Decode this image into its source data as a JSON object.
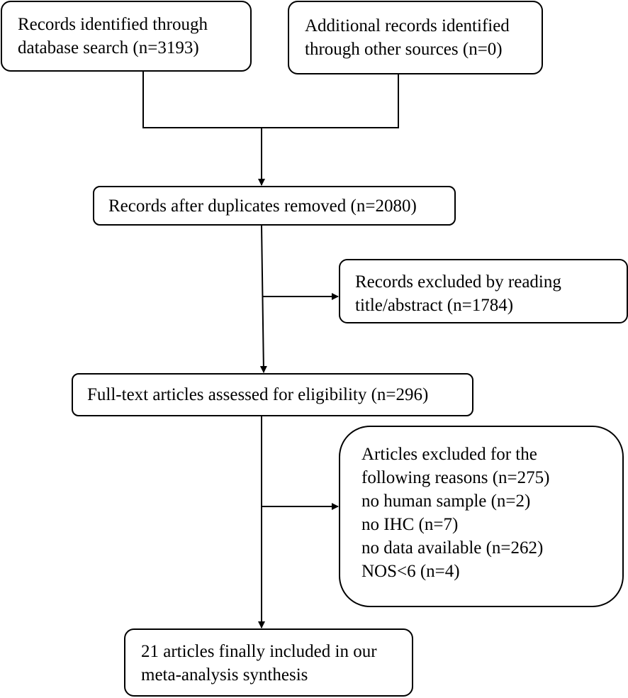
{
  "flow": {
    "identification": {
      "database_search": [
        "Records identified through",
        "database search (n=3193)"
      ],
      "other_sources": [
        "Additional records identified",
        "through other sources (n=0)"
      ]
    },
    "duplicates_removed": "Records after duplicates removed (n=2080)",
    "screening_excluded": [
      "Records excluded by reading",
      "title/abstract (n=1784)"
    ],
    "full_text_assessed": "Full-text articles assessed for eligibility (n=296)",
    "full_text_excluded": [
      "Articles excluded for the",
      "following reasons (n=275)",
      "no human sample (n=2)",
      "no IHC (n=7)",
      "no data available (n=262)",
      "NOS<6 (n=4)"
    ],
    "included": [
      "21 articles finally included in our",
      "meta-analysis synthesis"
    ]
  },
  "colors": {
    "stroke": "#000000",
    "background": "#ffffff"
  }
}
